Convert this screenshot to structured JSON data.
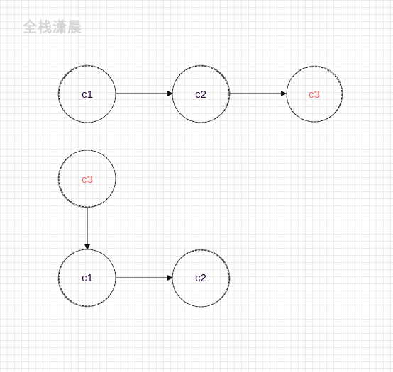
{
  "watermark": "全栈潇晨",
  "colors": {
    "node_text": "#2d0a3a",
    "highlight_text": "#ea6b66",
    "stroke": "#111111"
  },
  "diagram": {
    "row1": {
      "nodes": [
        {
          "label": "c1",
          "highlight": false
        },
        {
          "label": "c2",
          "highlight": false
        },
        {
          "label": "c3",
          "highlight": true
        }
      ]
    },
    "row2": {
      "nodes": [
        {
          "label": "c3",
          "highlight": true
        },
        {
          "label": "c1",
          "highlight": false
        },
        {
          "label": "c2",
          "highlight": false
        }
      ]
    }
  }
}
